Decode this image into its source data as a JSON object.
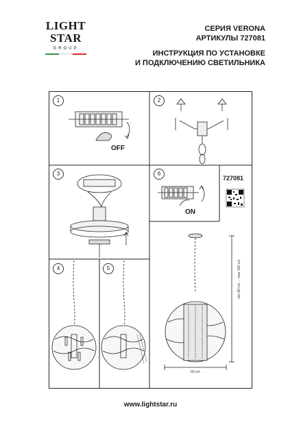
{
  "brand": {
    "line1": "LIGHT",
    "line2": "STAR",
    "line3": "GROUP"
  },
  "header": {
    "series": "СЕРИЯ VERONA",
    "article": "АРТИКУЛЫ 727081",
    "title_line1": "ИНСТРУКЦИЯ ПО УСТАНОВКЕ",
    "title_line2": "И ПОДКЛЮЧЕНИЮ СВЕТИЛЬНИКА"
  },
  "steps": [
    "1",
    "2",
    "3",
    "6",
    "4",
    "5"
  ],
  "labels": {
    "off": "OFF",
    "on": "ON",
    "model": "727081"
  },
  "dimensions": {
    "width": "60 cm",
    "height": "min 80 cm ... max 156 cm"
  },
  "footer": {
    "url": "www.lightstar.ru"
  },
  "colors": {
    "line": "#222222",
    "flag_green": "#2e9a3e",
    "flag_red": "#d62828"
  }
}
